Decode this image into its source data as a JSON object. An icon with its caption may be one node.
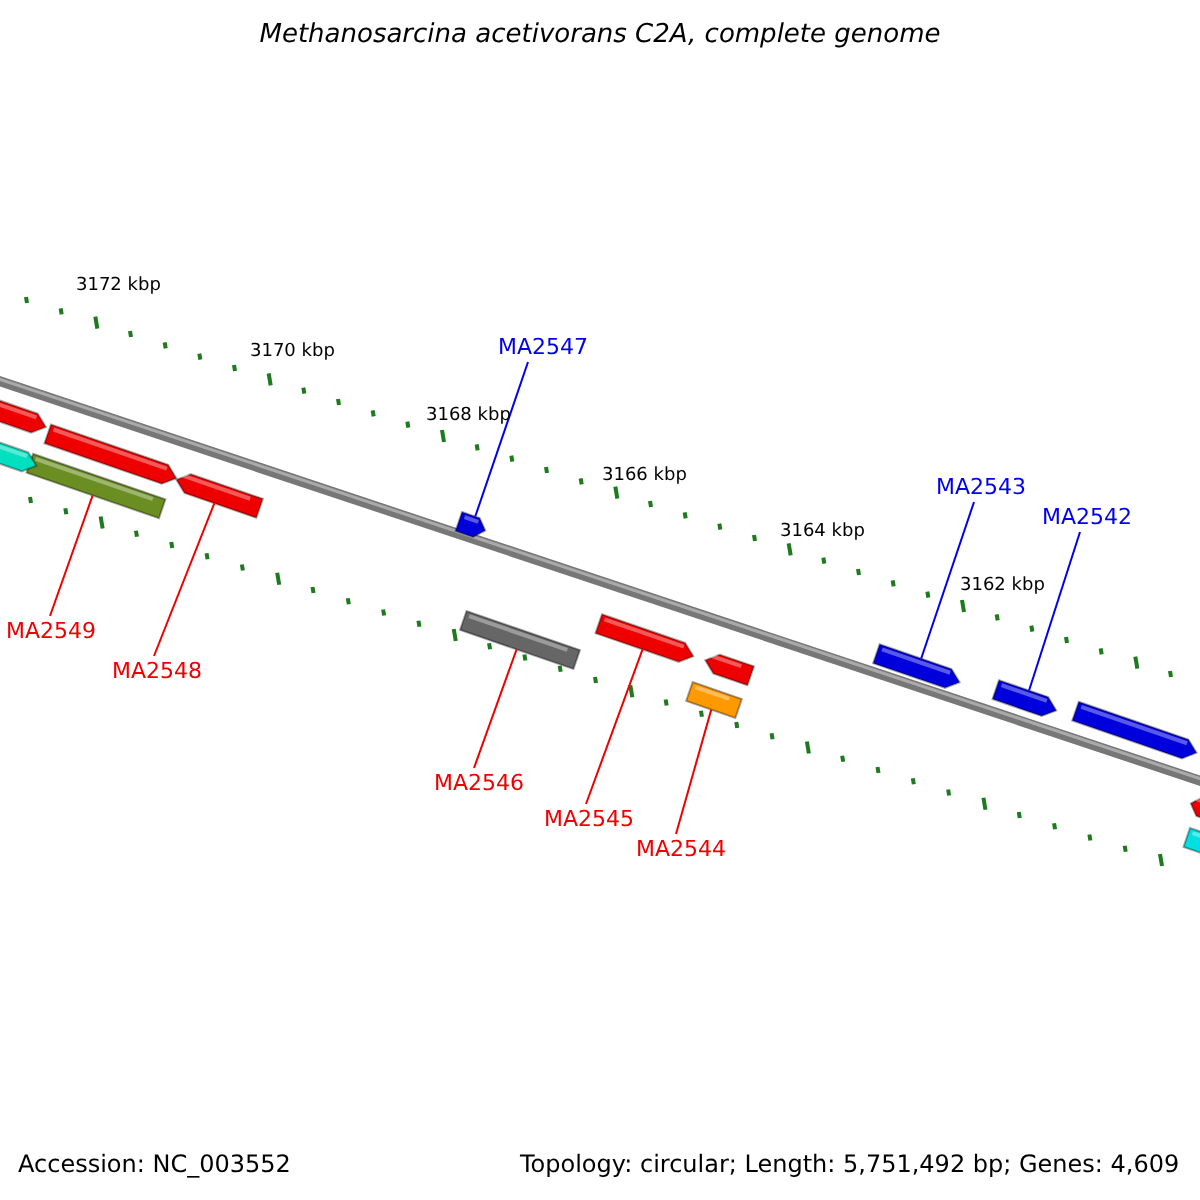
{
  "diagram": {
    "title": "Methanosarcina acetivorans C2A, complete genome",
    "nodes": [
      {
        "text": [
          "MA2547"
        ]
      },
      {
        "text": [],
        "shape": "arrow"
      },
      {
        "text": [
          "MA2543"
        ]
      },
      {
        "text": [],
        "shape": "arrow"
      },
      {
        "text": [
          "MA2542"
        ]
      },
      {
        "text": [],
        "shape": "arrow"
      },
      {
        "text": [
          "MA2549"
        ]
      },
      {
        "text": [],
        "shape": "bar"
      },
      {
        "text": [
          "MA2548"
        ]
      },
      {
        "text": [],
        "shape": "arrow"
      },
      {
        "text": [
          "MA2546"
        ]
      },
      {
        "text": [],
        "shape": "bar"
      },
      {
        "text": [
          "MA2545"
        ]
      },
      {
        "text": [],
        "shape": "arrow"
      },
      {
        "text": [
          "MA2544"
        ]
      },
      {
        "text": [],
        "shape": "bar"
      },
      {
        "text": [],
        "shape": "arrow"
      },
      {
        "text": [],
        "shape": "arrow"
      },
      {
        "text": [],
        "shape": "arrow"
      },
      {
        "text": [],
        "shape": "arrow"
      },
      {
        "text": [],
        "shape": "arrow"
      },
      {
        "text": [],
        "shape": "arrow"
      },
      {
        "text": [],
        "shape": "arrow"
      }
    ],
    "edges": [
      {
        "from": 0,
        "to": 1,
        "arrow": "none",
        "color": "#0000ee"
      },
      {
        "from": 2,
        "to": 3,
        "arrow": "none",
        "color": "#0000ee"
      },
      {
        "from": 4,
        "to": 5,
        "arrow": "none",
        "color": "#0000ee"
      },
      {
        "from": 6,
        "to": 7,
        "arrow": "none"
      },
      {
        "from": 8,
        "to": 9,
        "arrow": "none"
      },
      {
        "from": 10,
        "to": 11,
        "arrow": "none"
      },
      {
        "from": 12,
        "to": 13,
        "arrow": "none"
      },
      {
        "from": 14,
        "to": 15,
        "arrow": "none"
      }
    ],
    "labels": [
      "3172 kbp",
      "3170 kbp",
      "3168 kbp",
      "3166 kbp",
      "3164 kbp",
      "3162 kbp",
      "Accession: NC_003552",
      "Topology: circular; Length: 5,751,492 bp; Genes: 4,609"
    ]
  }
}
